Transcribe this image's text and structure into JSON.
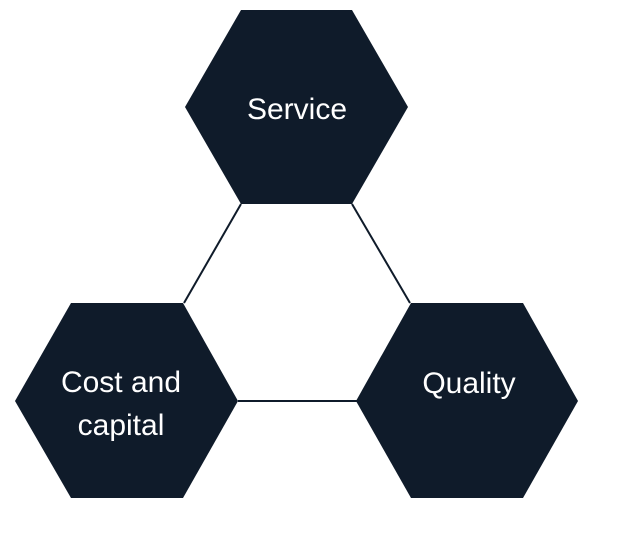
{
  "colors": {
    "hexagon_fill": "#0f1b2a",
    "label_text": "#ffffff",
    "connector": "#0f1b2a",
    "background": "#ffffff"
  },
  "nodes": {
    "service": {
      "label": "Service"
    },
    "cost_and_capital": {
      "label_line1": "Cost and",
      "label_line2": "capital"
    },
    "quality": {
      "label": "Quality"
    }
  }
}
